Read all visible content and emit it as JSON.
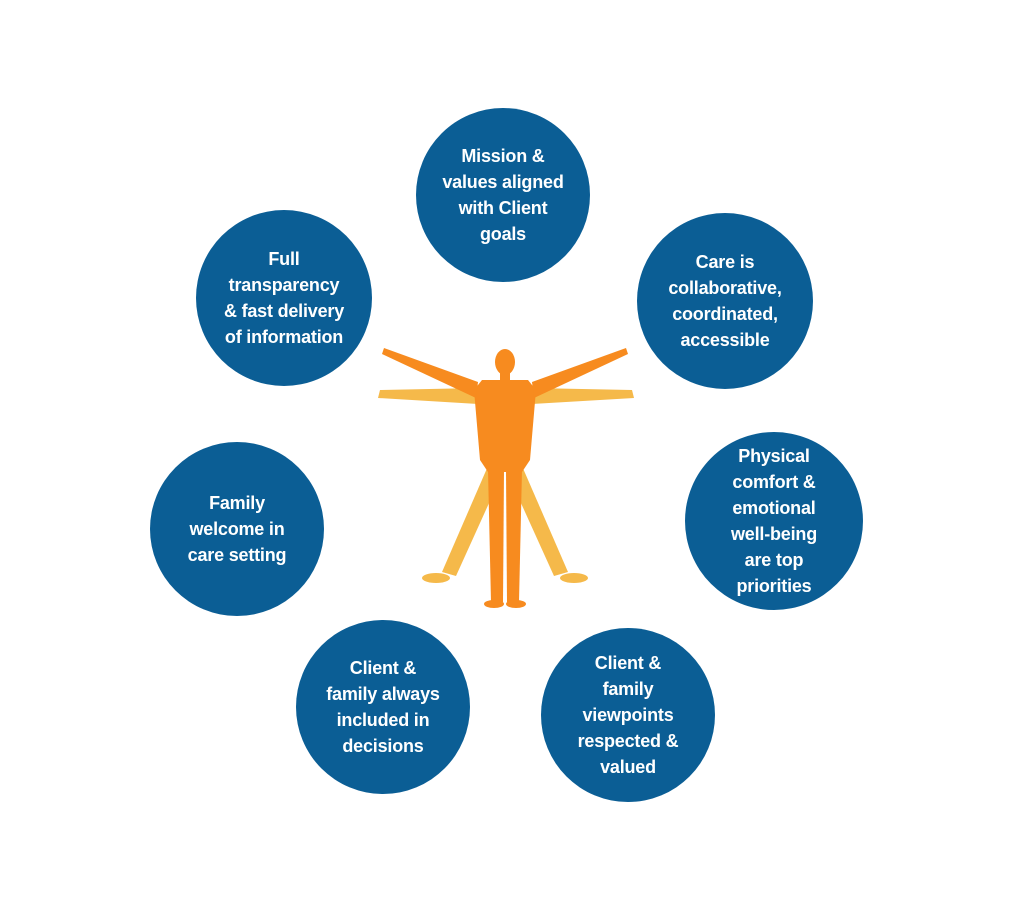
{
  "diagram": {
    "colors": {
      "bubble": "#0b5e95",
      "bubble_text": "#ffffff",
      "figure_front": "#f78b1f",
      "figure_back": "#f5b94a"
    },
    "icons": {
      "center": "vitruvian-figure-icon"
    },
    "bubbles": [
      {
        "text": "Mission &\nvalues aligned\nwith Client\ngoals"
      },
      {
        "text": "Care is\ncollaborative,\ncoordinated,\naccessible"
      },
      {
        "text": "Physical\ncomfort &\nemotional\nwell-being\nare top\npriorities"
      },
      {
        "text": "Client &\nfamily\nviewpoints\nrespected &\nvalued"
      },
      {
        "text": "Client &\nfamily always\nincluded in\ndecisions"
      },
      {
        "text": "Family\nwelcome in\ncare setting"
      },
      {
        "text": "Full\ntransparency\n& fast delivery\nof information"
      }
    ]
  }
}
